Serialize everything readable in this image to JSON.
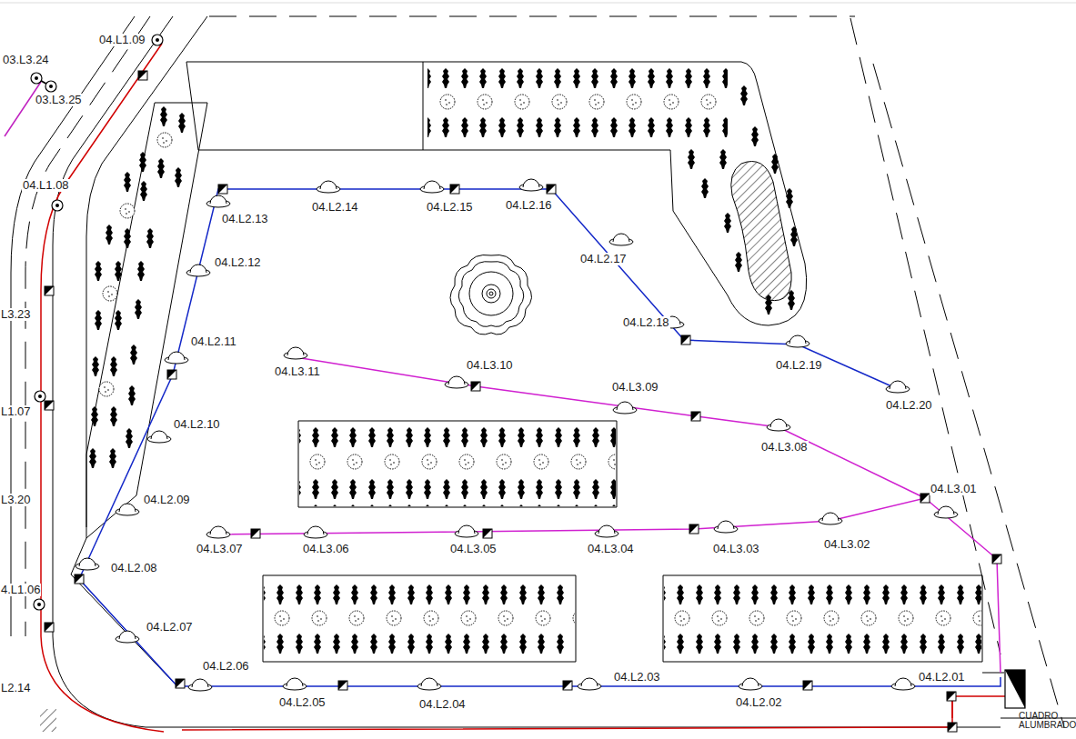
{
  "diagram": {
    "labels": [
      "04.L1.09",
      "03.L3.24",
      "03.L3.25",
      "04.L1.08",
      "L3.23",
      "04.L2.13",
      "04.L2.14",
      "04.L2.15",
      "04.L2.16",
      "04.L2.17",
      "04.L2.12",
      "04.L2.18",
      "04.L2.11",
      "04.L3.11",
      "04.L3.10",
      "04.L2.19",
      "04.L3.09",
      "04.L2.20",
      "L1.07",
      "04.L2.10",
      "04.L3.08",
      "L3.20",
      "04.L3.01",
      "04.L2.09",
      "04.L3.07",
      "04.L3.06",
      "04.L3.05",
      "04.L3.04",
      "04.L3.03",
      "04.L3.02",
      "04.L2.08",
      "4.L1.06",
      "04.L2.07",
      "04.L2.06",
      "04.L2.05",
      "04.L2.04",
      "04.L2.03",
      "04.L2.02",
      "04.L2.01",
      "L2.14",
      "CUADRO ALUMBRADO"
    ]
  }
}
